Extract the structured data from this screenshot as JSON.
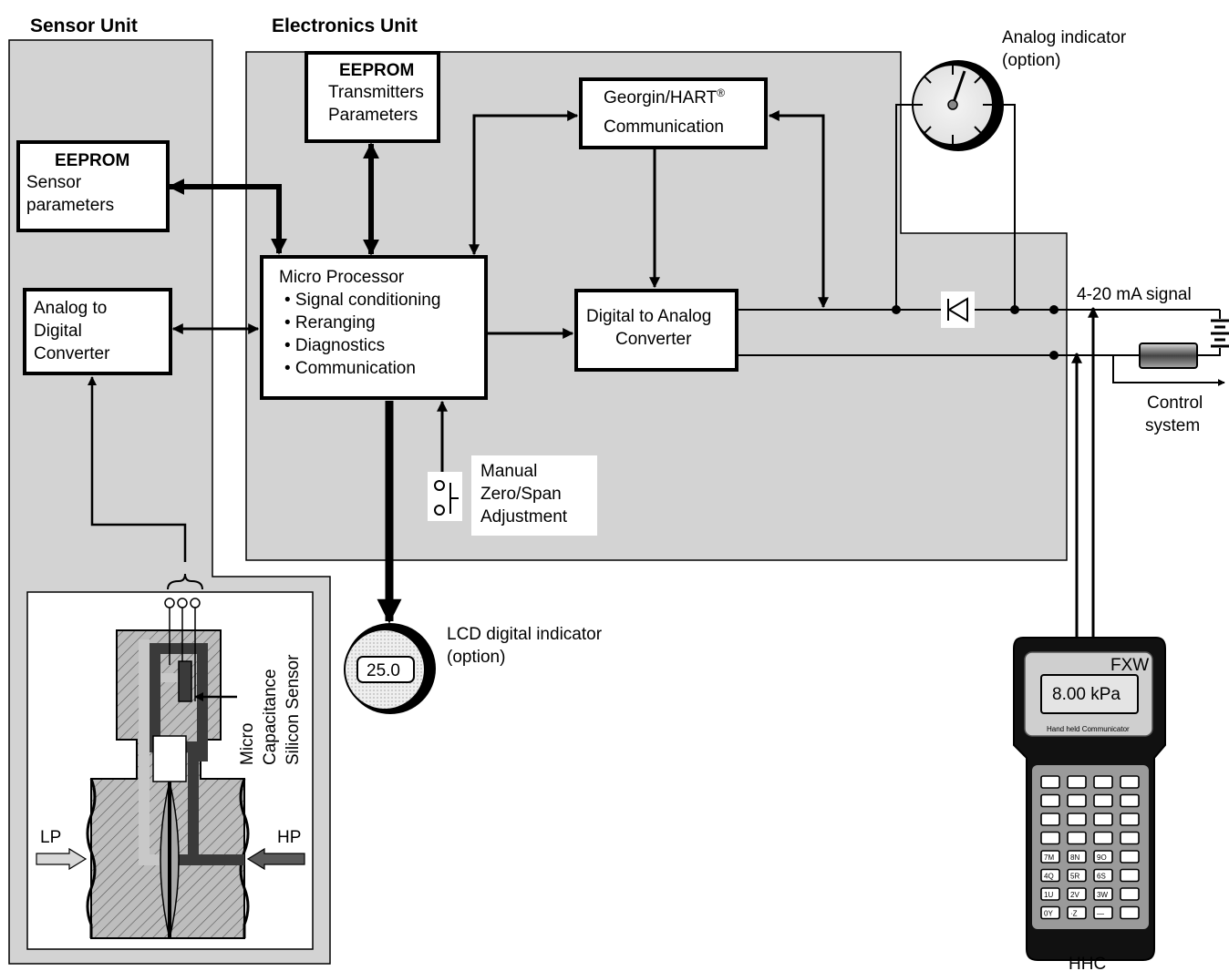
{
  "sensor_unit": {
    "title": "Sensor Unit",
    "eeprom_title": "EEPROM",
    "eeprom_line1": "Sensor",
    "eeprom_line2": "parameters",
    "adc_line1": "Analog to",
    "adc_line2": "Digital",
    "adc_line3": "Converter",
    "sensor_label_1": "Micro",
    "sensor_label_2": "Capacitance",
    "sensor_label_3": "Silicon Sensor",
    "lp_label": "LP",
    "hp_label": "HP"
  },
  "electronics_unit": {
    "title": "Electronics Unit",
    "eeprom_title": "EEPROM",
    "eeprom_line1": "Transmitters",
    "eeprom_line2": "Parameters",
    "hart_line1": "Georgin/HART",
    "hart_sup": "®",
    "hart_line2": "Communication",
    "mp_title": "Micro Processor",
    "mp_items": [
      "• Signal conditioning",
      "• Reranging",
      "• Diagnostics",
      "• Communication"
    ],
    "dac_line1": "Digital to Analog",
    "dac_line2": "Converter",
    "manual_line1": "Manual",
    "manual_line2": "Zero/Span",
    "manual_line3": "Adjustment"
  },
  "lcd": {
    "value": "25.0",
    "label_line1": "LCD digital indicator",
    "label_line2": "(option)"
  },
  "analog_indicator": {
    "label_line1": "Analog indicator",
    "label_line2": "(option)"
  },
  "signal": {
    "label": "4-20 mA signal",
    "control_line1": "Control",
    "control_line2": "system"
  },
  "hhc": {
    "brand": "FXW",
    "display": "8.00 kPa",
    "caption": "Hand held Communicator",
    "label": "HHC",
    "keys": [
      [
        "",
        "",
        "",
        ""
      ],
      [
        "",
        "",
        "",
        ""
      ],
      [
        "",
        "",
        "",
        ""
      ],
      [
        "",
        "",
        "",
        ""
      ],
      [
        "7M",
        "8N",
        "9O",
        ""
      ],
      [
        "4Q",
        "5R",
        "6S",
        ""
      ],
      [
        "1U",
        "2V",
        "3W",
        ""
      ],
      [
        "0Y",
        "·Z",
        "—",
        ""
      ]
    ]
  },
  "colors": {
    "panel_gray": "#d3d3d3",
    "inset_gray": "#cfcfcf",
    "line": "#000000",
    "box_fill": "#ffffff"
  }
}
